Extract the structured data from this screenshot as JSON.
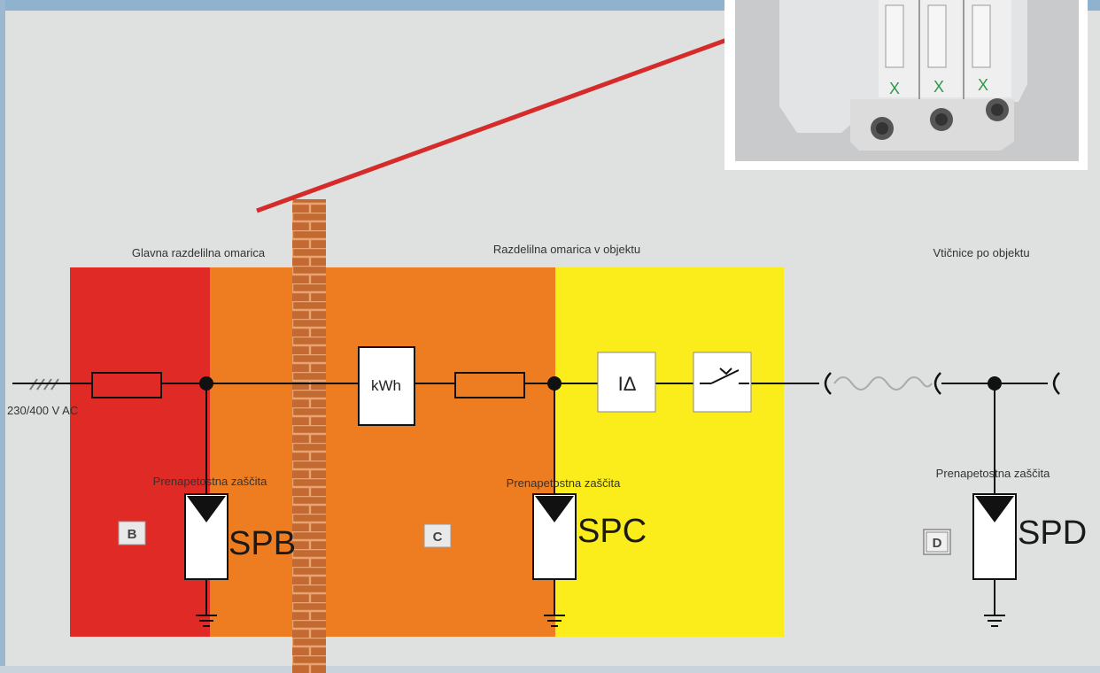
{
  "sections": {
    "main": "Glavna razdelilna omarica",
    "object": "Razdelilna omarica v objektu",
    "sockets": "Vtičnice po objektu"
  },
  "supply_label": "230/400 V AC",
  "meter_label": "kWh",
  "rcd_label": "IΔ",
  "protection_label": "Prenapetostna zaščita",
  "zones": {
    "b": "B",
    "c": "C",
    "d": "D"
  },
  "spd": {
    "b": "SPB",
    "c": "SPC",
    "d": "SPD"
  },
  "colors": {
    "zone_b": "#e02a26",
    "zone_c": "#ee7d22",
    "zone_yellow": "#fbed1c",
    "brick": "#c8682d",
    "callout_line": "#d62b2b",
    "background": "#dfe1e0"
  }
}
